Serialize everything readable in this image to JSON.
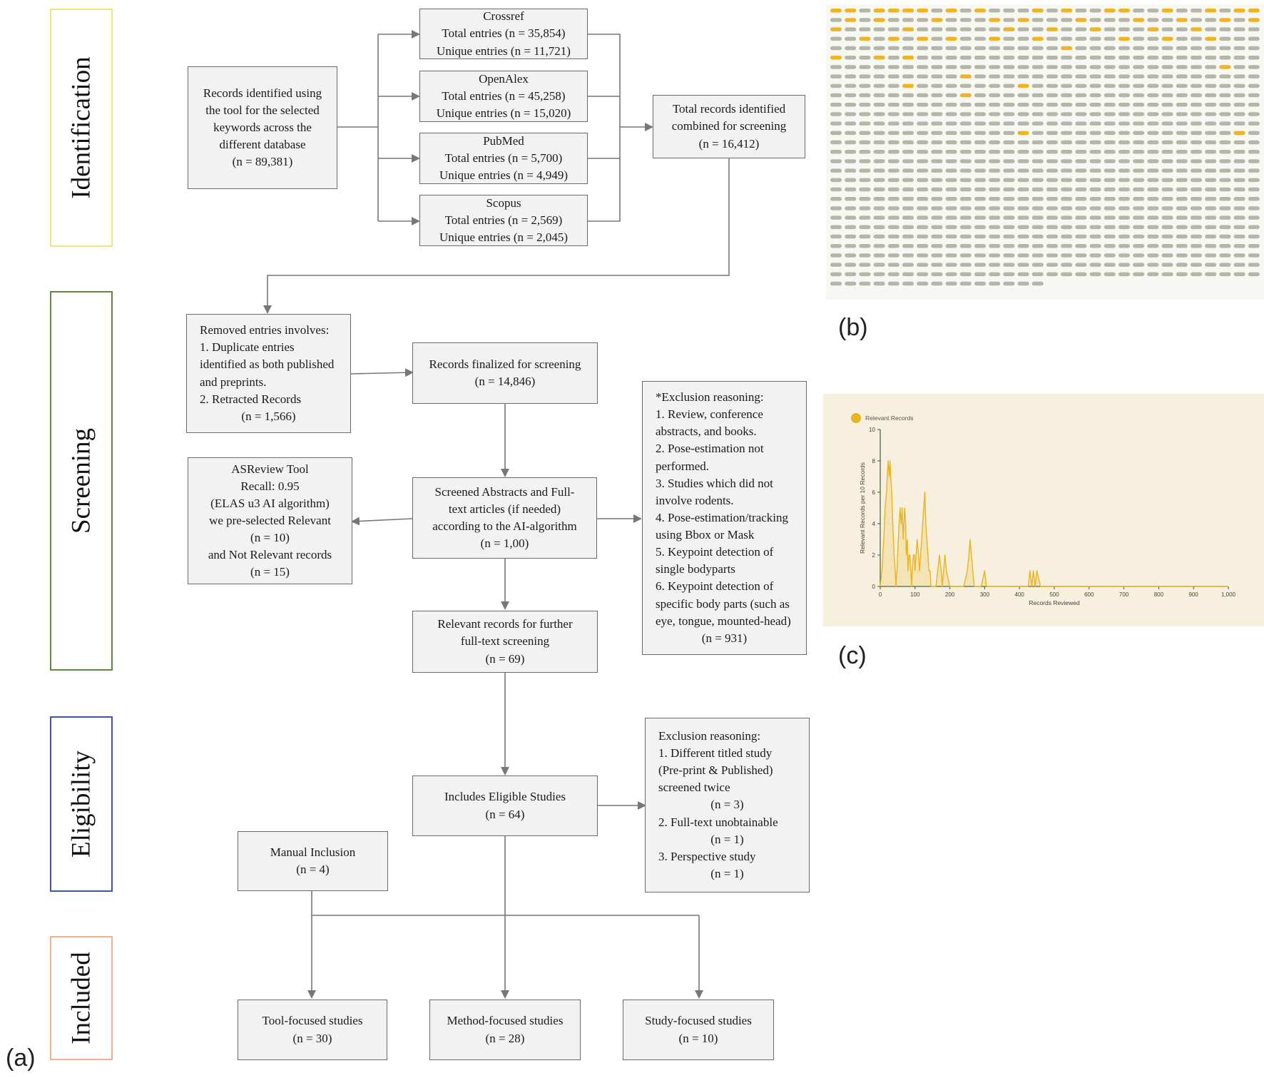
{
  "phases": {
    "identification": {
      "label": "Identification",
      "color": "#f6e27a"
    },
    "screening": {
      "label": "Screening",
      "color": "#5a8a3a"
    },
    "eligibility": {
      "label": "Eligibility",
      "color": "#3a5aa0"
    },
    "included": {
      "label": "Included",
      "color": "#f1b08c"
    }
  },
  "boxes": {
    "records_identified": [
      "Records identified using",
      "the tool for the selected",
      "keywords across the",
      "different database",
      "(n = 89,381)"
    ],
    "crossref": [
      "Crossref",
      "Total entries (n = 35,854)",
      "Unique entries (n = 11,721)"
    ],
    "openalex": [
      "OpenAlex",
      "Total entries (n = 45,258)",
      "Unique entries (n = 15,020)"
    ],
    "pubmed": [
      "PubMed",
      "Total entries (n = 5,700)",
      "Unique entries (n = 4,949)"
    ],
    "scopus": [
      "Scopus",
      "Total entries (n = 2,569)",
      "Unique entries (n = 2,045)"
    ],
    "total_combined": [
      "Total records identified",
      "combined for screening",
      "(n = 16,412)"
    ],
    "removed": [
      "Removed entries involves:",
      "1. Duplicate entries",
      "identified as both published",
      "and preprints.",
      "2. Retracted Records",
      "(n = 1,566)"
    ],
    "finalized": [
      "Records finalized for  screening",
      "(n = 14,846)"
    ],
    "asreview": [
      "ASReview Tool",
      "Recall: 0.95",
      "(ELAS u3 AI algorithm)",
      "we pre-selected Relevant",
      "(n = 10)",
      "and Not Relevant records",
      "(n = 15)"
    ],
    "screened": [
      "Screened Abstracts and Full-",
      "text articles (if needed)",
      "according to the AI-algorithm",
      "(n = 1,00)"
    ],
    "exclusion1": [
      "*Exclusion reasoning:",
      "1. Review, conference",
      "abstracts, and books.",
      "2. Pose-estimation not",
      "performed.",
      "3. Studies which did not",
      "involve rodents.",
      "4. Pose-estimation/tracking",
      "using Bbox or Mask",
      "5. Keypoint detection of",
      "single bodyparts",
      "6. Keypoint detection of",
      "specific body parts (such as",
      "eye, tongue, mounted-head)",
      "(n = 931)"
    ],
    "relevant": [
      "Relevant records for further",
      "full-text screening",
      "(n = 69)"
    ],
    "eligible": [
      "Includes Eligible Studies",
      "(n = 64)"
    ],
    "exclusion2": [
      "Exclusion reasoning:",
      "1. Different titled study",
      "(Pre-print & Published)",
      "screened twice",
      "(n = 3)",
      "2. Full-text unobtainable",
      "(n = 1)",
      "3. Perspective study",
      "(n = 1)"
    ],
    "manual": [
      "Manual Inclusion",
      "(n = 4)"
    ],
    "tool": [
      "Tool-focused studies",
      "(n = 30)"
    ],
    "method": [
      "Method-focused studies",
      "(n = 28)"
    ],
    "study": [
      "Study-focused studies",
      "(n = 10)"
    ]
  },
  "panel_labels": {
    "a": "(a)",
    "b": "(b)",
    "c": "(c)"
  },
  "grid_panel": {
    "rows": 30,
    "cols": 30,
    "last_row_cells": 15,
    "colors": {
      "relevant": "#f0b323",
      "other": "#b5b5a8"
    },
    "relevant_cells": [
      [
        0,
        0
      ],
      [
        0,
        1
      ],
      [
        0,
        3
      ],
      [
        0,
        4
      ],
      [
        0,
        5
      ],
      [
        0,
        6
      ],
      [
        0,
        8
      ],
      [
        0,
        10
      ],
      [
        0,
        14
      ],
      [
        0,
        16
      ],
      [
        0,
        19
      ],
      [
        0,
        20
      ],
      [
        0,
        23
      ],
      [
        0,
        26
      ],
      [
        0,
        28
      ],
      [
        0,
        29
      ],
      [
        1,
        1
      ],
      [
        1,
        3
      ],
      [
        1,
        7
      ],
      [
        1,
        11
      ],
      [
        1,
        13
      ],
      [
        1,
        17
      ],
      [
        1,
        21
      ],
      [
        1,
        24
      ],
      [
        1,
        27
      ],
      [
        1,
        29
      ],
      [
        2,
        0
      ],
      [
        2,
        5
      ],
      [
        2,
        12
      ],
      [
        2,
        15
      ],
      [
        2,
        18
      ],
      [
        2,
        22
      ],
      [
        2,
        25
      ],
      [
        3,
        2
      ],
      [
        3,
        4
      ],
      [
        3,
        6
      ],
      [
        3,
        8
      ],
      [
        3,
        11
      ],
      [
        3,
        14
      ],
      [
        3,
        20
      ],
      [
        3,
        23
      ],
      [
        3,
        26
      ],
      [
        4,
        16
      ],
      [
        5,
        0
      ],
      [
        5,
        3
      ],
      [
        5,
        5
      ],
      [
        6,
        27
      ],
      [
        7,
        9
      ],
      [
        8,
        5
      ],
      [
        8,
        13
      ],
      [
        9,
        9
      ],
      [
        13,
        13
      ],
      [
        13,
        28
      ]
    ]
  },
  "chart_data": {
    "type": "line",
    "legend": [
      "Relevant Records"
    ],
    "legend_position": "top-left",
    "xlabel": "Records Reviewed",
    "ylabel": "Relevant Records per 10 Records",
    "xlim": [
      0,
      1000
    ],
    "ylim": [
      0,
      10
    ],
    "x_ticks": [
      "0",
      "100",
      "200",
      "300",
      "400",
      "500",
      "600",
      "700",
      "800",
      "900",
      "1,000"
    ],
    "y_ticks": [
      "0",
      "2",
      "4",
      "6",
      "8",
      "10"
    ],
    "color": "#e8b422",
    "background": "#f8f0de",
    "series": [
      {
        "name": "Relevant Records",
        "x": [
          0,
          5,
          10,
          14,
          18,
          20,
          23,
          26,
          28,
          30,
          33,
          36,
          38,
          40,
          43,
          45,
          48,
          50,
          52,
          54,
          57,
          60,
          63,
          66,
          70,
          73,
          75,
          78,
          80,
          83,
          85,
          88,
          90,
          92,
          95,
          98,
          100,
          103,
          106,
          110,
          113,
          116,
          119,
          122,
          125,
          128,
          131,
          134,
          137,
          140,
          143,
          146,
          150,
          155,
          160,
          165,
          170,
          175,
          178,
          182,
          186,
          190,
          200,
          210,
          220,
          240,
          250,
          255,
          258,
          262,
          266,
          270,
          280,
          290,
          300,
          305,
          310,
          320,
          350,
          400,
          425,
          430,
          435,
          440,
          445,
          450,
          460,
          470,
          480,
          500,
          600,
          700,
          800,
          900,
          1000
        ],
        "y": [
          0,
          1,
          3,
          5,
          6,
          7,
          8,
          7,
          8,
          7,
          6,
          4,
          3,
          2,
          1,
          0,
          1,
          2,
          3,
          4,
          5,
          4,
          5,
          3,
          5,
          4,
          2,
          3,
          1,
          2,
          2,
          1,
          0,
          1,
          2,
          2,
          1,
          2,
          3,
          2,
          1,
          2,
          3,
          4,
          5,
          6,
          4,
          3,
          2,
          1,
          1,
          0,
          0,
          0,
          0,
          1,
          2,
          1,
          0,
          1,
          2,
          1,
          0,
          0,
          0,
          0,
          1,
          2,
          3,
          2,
          1,
          0,
          0,
          0,
          1,
          0,
          0,
          0,
          0,
          0,
          0,
          1,
          0,
          1,
          0,
          1,
          0,
          0,
          0,
          0,
          0,
          0,
          0,
          0,
          0
        ]
      }
    ]
  }
}
